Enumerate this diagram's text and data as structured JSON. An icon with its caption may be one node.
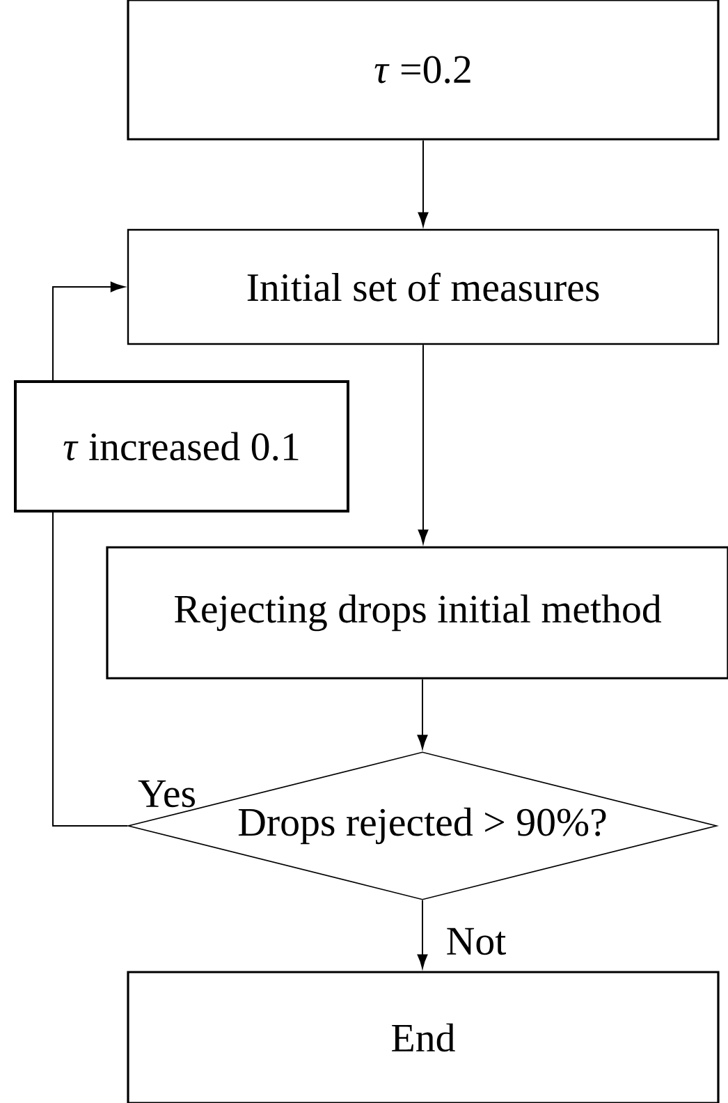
{
  "diagram": {
    "nodes": [
      {
        "text": [
          "*τ* =0.2"
        ]
      },
      {
        "text": [
          "Initial set of measures"
        ]
      },
      {
        "text": [
          "*τ* increased 0.1"
        ]
      },
      {
        "text": [
          "Rejecting drops initial method"
        ]
      },
      {
        "text": [
          "Drops rejected > 90%?"
        ]
      },
      {
        "text": [
          "End"
        ]
      }
    ],
    "edges": [
      {
        "from": 0,
        "to": 1,
        "arrow": "to"
      },
      {
        "from": 1,
        "to": 3,
        "arrow": "to"
      },
      {
        "from": 3,
        "to": 4,
        "arrow": "to"
      },
      {
        "from": 4,
        "to": 5,
        "arrow": "to",
        "label": "Not"
      },
      {
        "from": 4,
        "to": 2,
        "arrow": "none",
        "label": "Yes"
      },
      {
        "from": 2,
        "to": 1,
        "arrow": "to"
      }
    ]
  }
}
